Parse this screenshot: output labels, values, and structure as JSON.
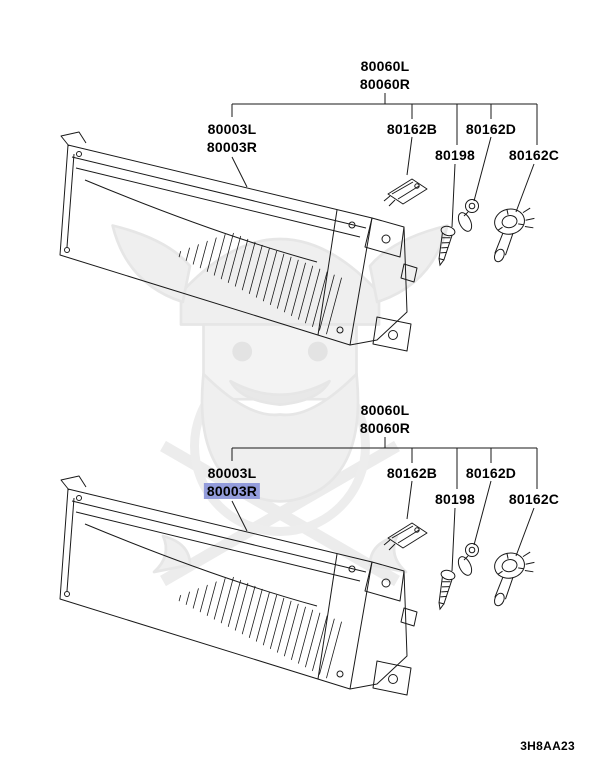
{
  "labels": {
    "p80060L": "80060L",
    "p80060R": "80060R",
    "p80003L": "80003L",
    "p80003R": "80003R",
    "p80162B": "80162B",
    "p80162D": "80162D",
    "p80198": "80198",
    "p80162C": "80162C"
  },
  "selection": {
    "highlighted_part": "80003R",
    "highlight_css": "background-color:#939CDB"
  },
  "footer": {
    "code": "3H8AA23"
  },
  "icons": {
    "watermark": "vendor-logo-watermark",
    "headlamp": "headlamp-assembly-drawing",
    "connector": "mounting-bracket-connector",
    "wedge_bulb": "wedge-bulb",
    "screw": "tapping-screw",
    "halogen_bulb": "halogen-bulb"
  }
}
